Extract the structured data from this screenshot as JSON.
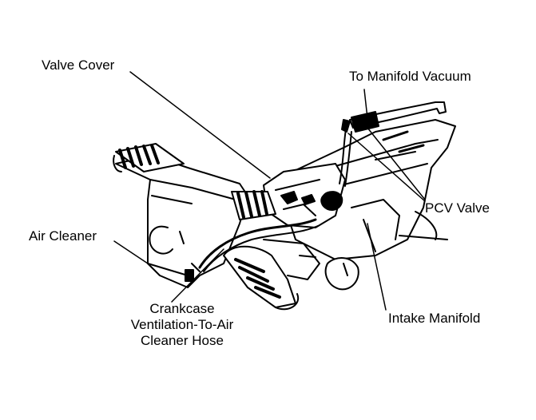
{
  "diagram": {
    "labels": {
      "valve_cover": "Valve Cover",
      "to_manifold_vacuum": "To Manifold Vacuum",
      "pcv_valve": "PCV Valve",
      "air_cleaner": "Air Cleaner",
      "intake_manifold": "Intake Manifold",
      "hose_line1": "Crankcase",
      "hose_line2": "Ventilation-To-Air",
      "hose_line3": "Cleaner Hose"
    },
    "colors": {
      "ink": "#000000",
      "paper": "#ffffff"
    }
  }
}
